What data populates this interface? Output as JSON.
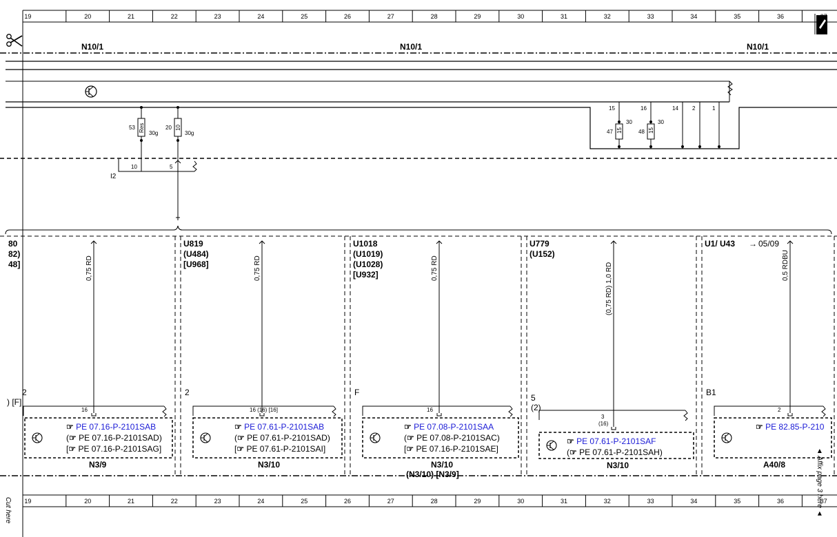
{
  "grid_columns": [
    "19",
    "20",
    "21",
    "22",
    "23",
    "24",
    "25",
    "26",
    "27",
    "28",
    "29",
    "30",
    "31",
    "32",
    "33",
    "34",
    "35",
    "36",
    "37"
  ],
  "colors": {
    "link": "#1a1ad6",
    "line": "#000000"
  },
  "top_labels": [
    "N10/1",
    "N10/1",
    "N10/1"
  ],
  "fuse_row": {
    "fuse_a": {
      "num": "53",
      "value": "Res",
      "rating": "30g"
    },
    "fuse_b": {
      "num": "20",
      "value": "10",
      "rating": "30g"
    },
    "fuse_c": {
      "pin": "15",
      "num": "47",
      "value": "15",
      "rating": "30"
    },
    "fuse_d": {
      "pin": "16",
      "num": "48",
      "value": "15",
      "rating": "30"
    },
    "pins": [
      "14",
      "2",
      "1"
    ],
    "bus_pins": [
      "10",
      "5"
    ],
    "bus_label": "I2"
  },
  "sections": [
    {
      "codes": [
        "80",
        "82)",
        "48]"
      ],
      "wire": "0,75 RD",
      "pin_left": "2",
      "pin_left2": ") [F]",
      "conn_pin": "16",
      "refs": [
        {
          "pre": "",
          "text": "PE 07.16-P-2101SAB",
          "post": ""
        },
        {
          "pre": "(",
          "text": "PE 07.16-P-2101SAD",
          "post": ")"
        },
        {
          "pre": "[",
          "text": "PE 07.16-P-2101SAG",
          "post": "]"
        }
      ],
      "module": "N3/9"
    },
    {
      "codes": [
        "U819",
        "(U484)",
        "[U968]"
      ],
      "wire": "0,75 RD",
      "pin_left": "2",
      "conn_pin": "16 (16) [16]",
      "refs": [
        {
          "pre": "",
          "text": "PE 07.61-P-2101SAB",
          "post": ""
        },
        {
          "pre": "(",
          "text": "PE 07.61-P-2101SAD",
          "post": ")"
        },
        {
          "pre": "[",
          "text": "PE 07.61-P-2101SAI",
          "post": "]"
        }
      ],
      "module": "N3/10"
    },
    {
      "codes": [
        "U1018",
        "(U1019)",
        "(U1028)",
        "[U932]"
      ],
      "wire": "0,75 RD",
      "pin_left": "F",
      "conn_pin": "16",
      "refs": [
        {
          "pre": "",
          "text": "PE 07.08-P-2101SAA",
          "post": ""
        },
        {
          "pre": "(",
          "text": "PE 07.08-P-2101SAC",
          "post": ")"
        },
        {
          "pre": "[",
          "text": "PE 07.16-P-2101SAE",
          "post": "]"
        }
      ],
      "module": "N3/10",
      "module_sub": "(N3/10)  [N3/9]"
    },
    {
      "codes": [
        "U779",
        "(U152)"
      ],
      "wire": "(0,75 RD) 1,0 RD",
      "pin_left": "5",
      "pin_left2": "(2)",
      "conn_pin": "3",
      "conn_pin2": "(16)",
      "refs": [
        {
          "pre": "",
          "text": "PE 07.61-P-2101SAF",
          "post": ""
        },
        {
          "pre": "(",
          "text": "PE 07.61-P-2101SAH",
          "post": ")"
        }
      ],
      "module": "N3/10"
    },
    {
      "codes": [
        "U1/ U43",
        "05/09"
      ],
      "wire": "0,5 RDBU",
      "pin_left": "B1",
      "conn_pin": "2",
      "refs": [
        {
          "pre": "",
          "text": "PE 82.85-P-210",
          "post": ""
        }
      ],
      "module": "A40/8"
    }
  ],
  "margin_text": {
    "affix": "◄ Affix page 3 here ◄",
    "cut": "Cut here"
  }
}
